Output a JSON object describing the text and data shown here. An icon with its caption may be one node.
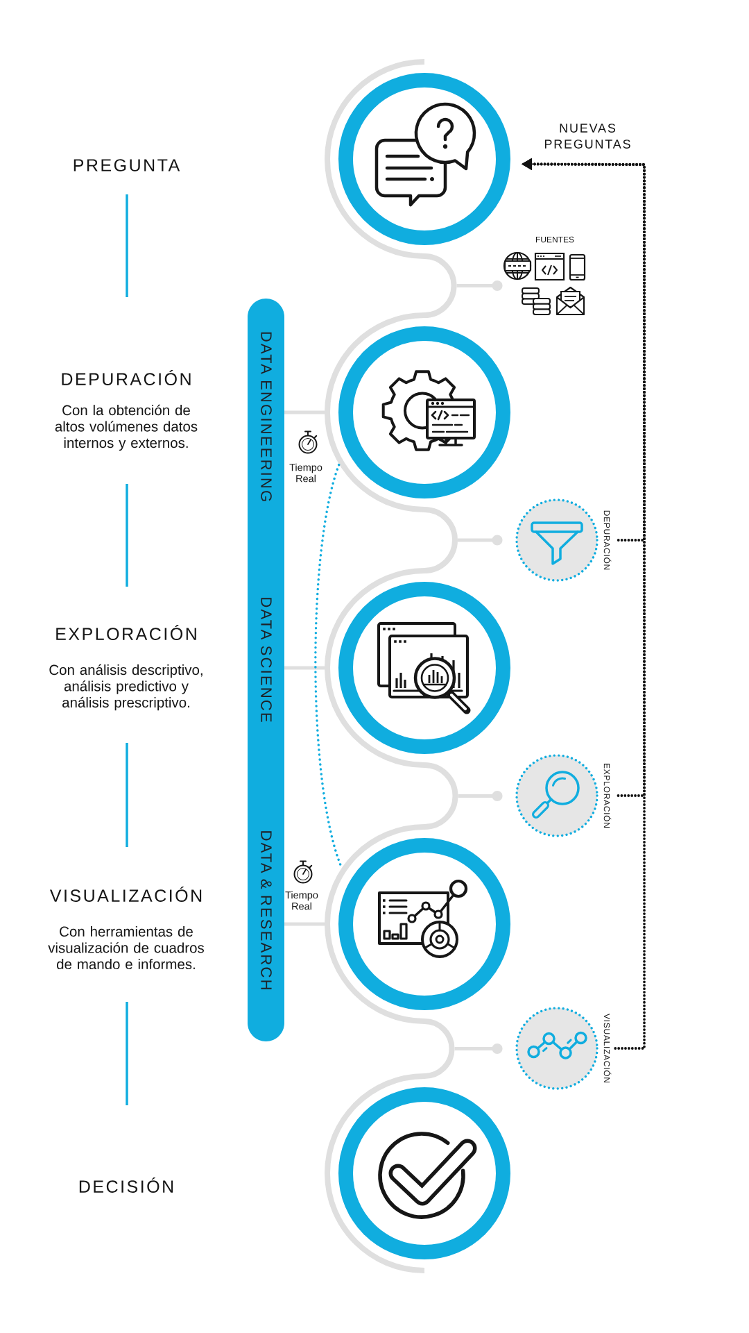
{
  "diagram": {
    "nodes": [
      {
        "text": [],
        "shape": "circle"
      },
      {
        "text": [
          "DATA ENGINEERING",
          "DATA SCIENCE",
          "DATA & RESEARCH"
        ]
      },
      {
        "text": [],
        "shape": "circle"
      },
      {
        "text": [
          "DEPURACIÓN"
        ]
      },
      {
        "text": [],
        "shape": "circle"
      },
      {
        "text": [
          "EXPLORACIÓN"
        ]
      },
      {
        "text": [],
        "shape": "circle"
      },
      {
        "text": [
          "VISUALIZACIÓN"
        ]
      },
      {
        "text": [],
        "shape": "circle"
      }
    ],
    "edges": [
      {
        "from": 0,
        "to": 2,
        "arrow": "none"
      },
      {
        "from": 2,
        "to": 4,
        "arrow": "none"
      },
      {
        "from": 4,
        "to": 6,
        "arrow": "none"
      },
      {
        "from": 6,
        "to": 8,
        "arrow": "none"
      },
      {
        "from": 1,
        "to": 2,
        "arrow": "none"
      },
      {
        "from": 1,
        "to": 4,
        "arrow": "none"
      },
      {
        "from": 1,
        "to": 6,
        "arrow": "none"
      },
      {
        "from": 2,
        "to": 6,
        "arrow": "none",
        "style": "dashed",
        "color": "#10addf"
      },
      {
        "from": 3,
        "to": 0,
        "arrow": "to",
        "style": "dashed",
        "color": "#111111"
      },
      {
        "from": 5,
        "to": 0,
        "arrow": "to",
        "style": "dashed",
        "color": "#111111"
      },
      {
        "from": 7,
        "to": 0,
        "arrow": "to",
        "style": "dashed",
        "color": "#111111"
      }
    ],
    "labels": [
      "PREGUNTA",
      "DEPURACIÓN",
      "Con la obtención de altos volúmenes datos internos y externos.",
      "EXPLORACIÓN",
      "Con análisis descriptivo, análisis predictivo y análisis prescriptivo.",
      "VISUALIZACIÓN",
      "Con herramientas de visualización de cuadros de mando e informes.",
      "DECISIÓN",
      "NUEVAS PREGUNTAS",
      "FUENTES",
      "Tiempo Real",
      "Tiempo Real"
    ]
  }
}
